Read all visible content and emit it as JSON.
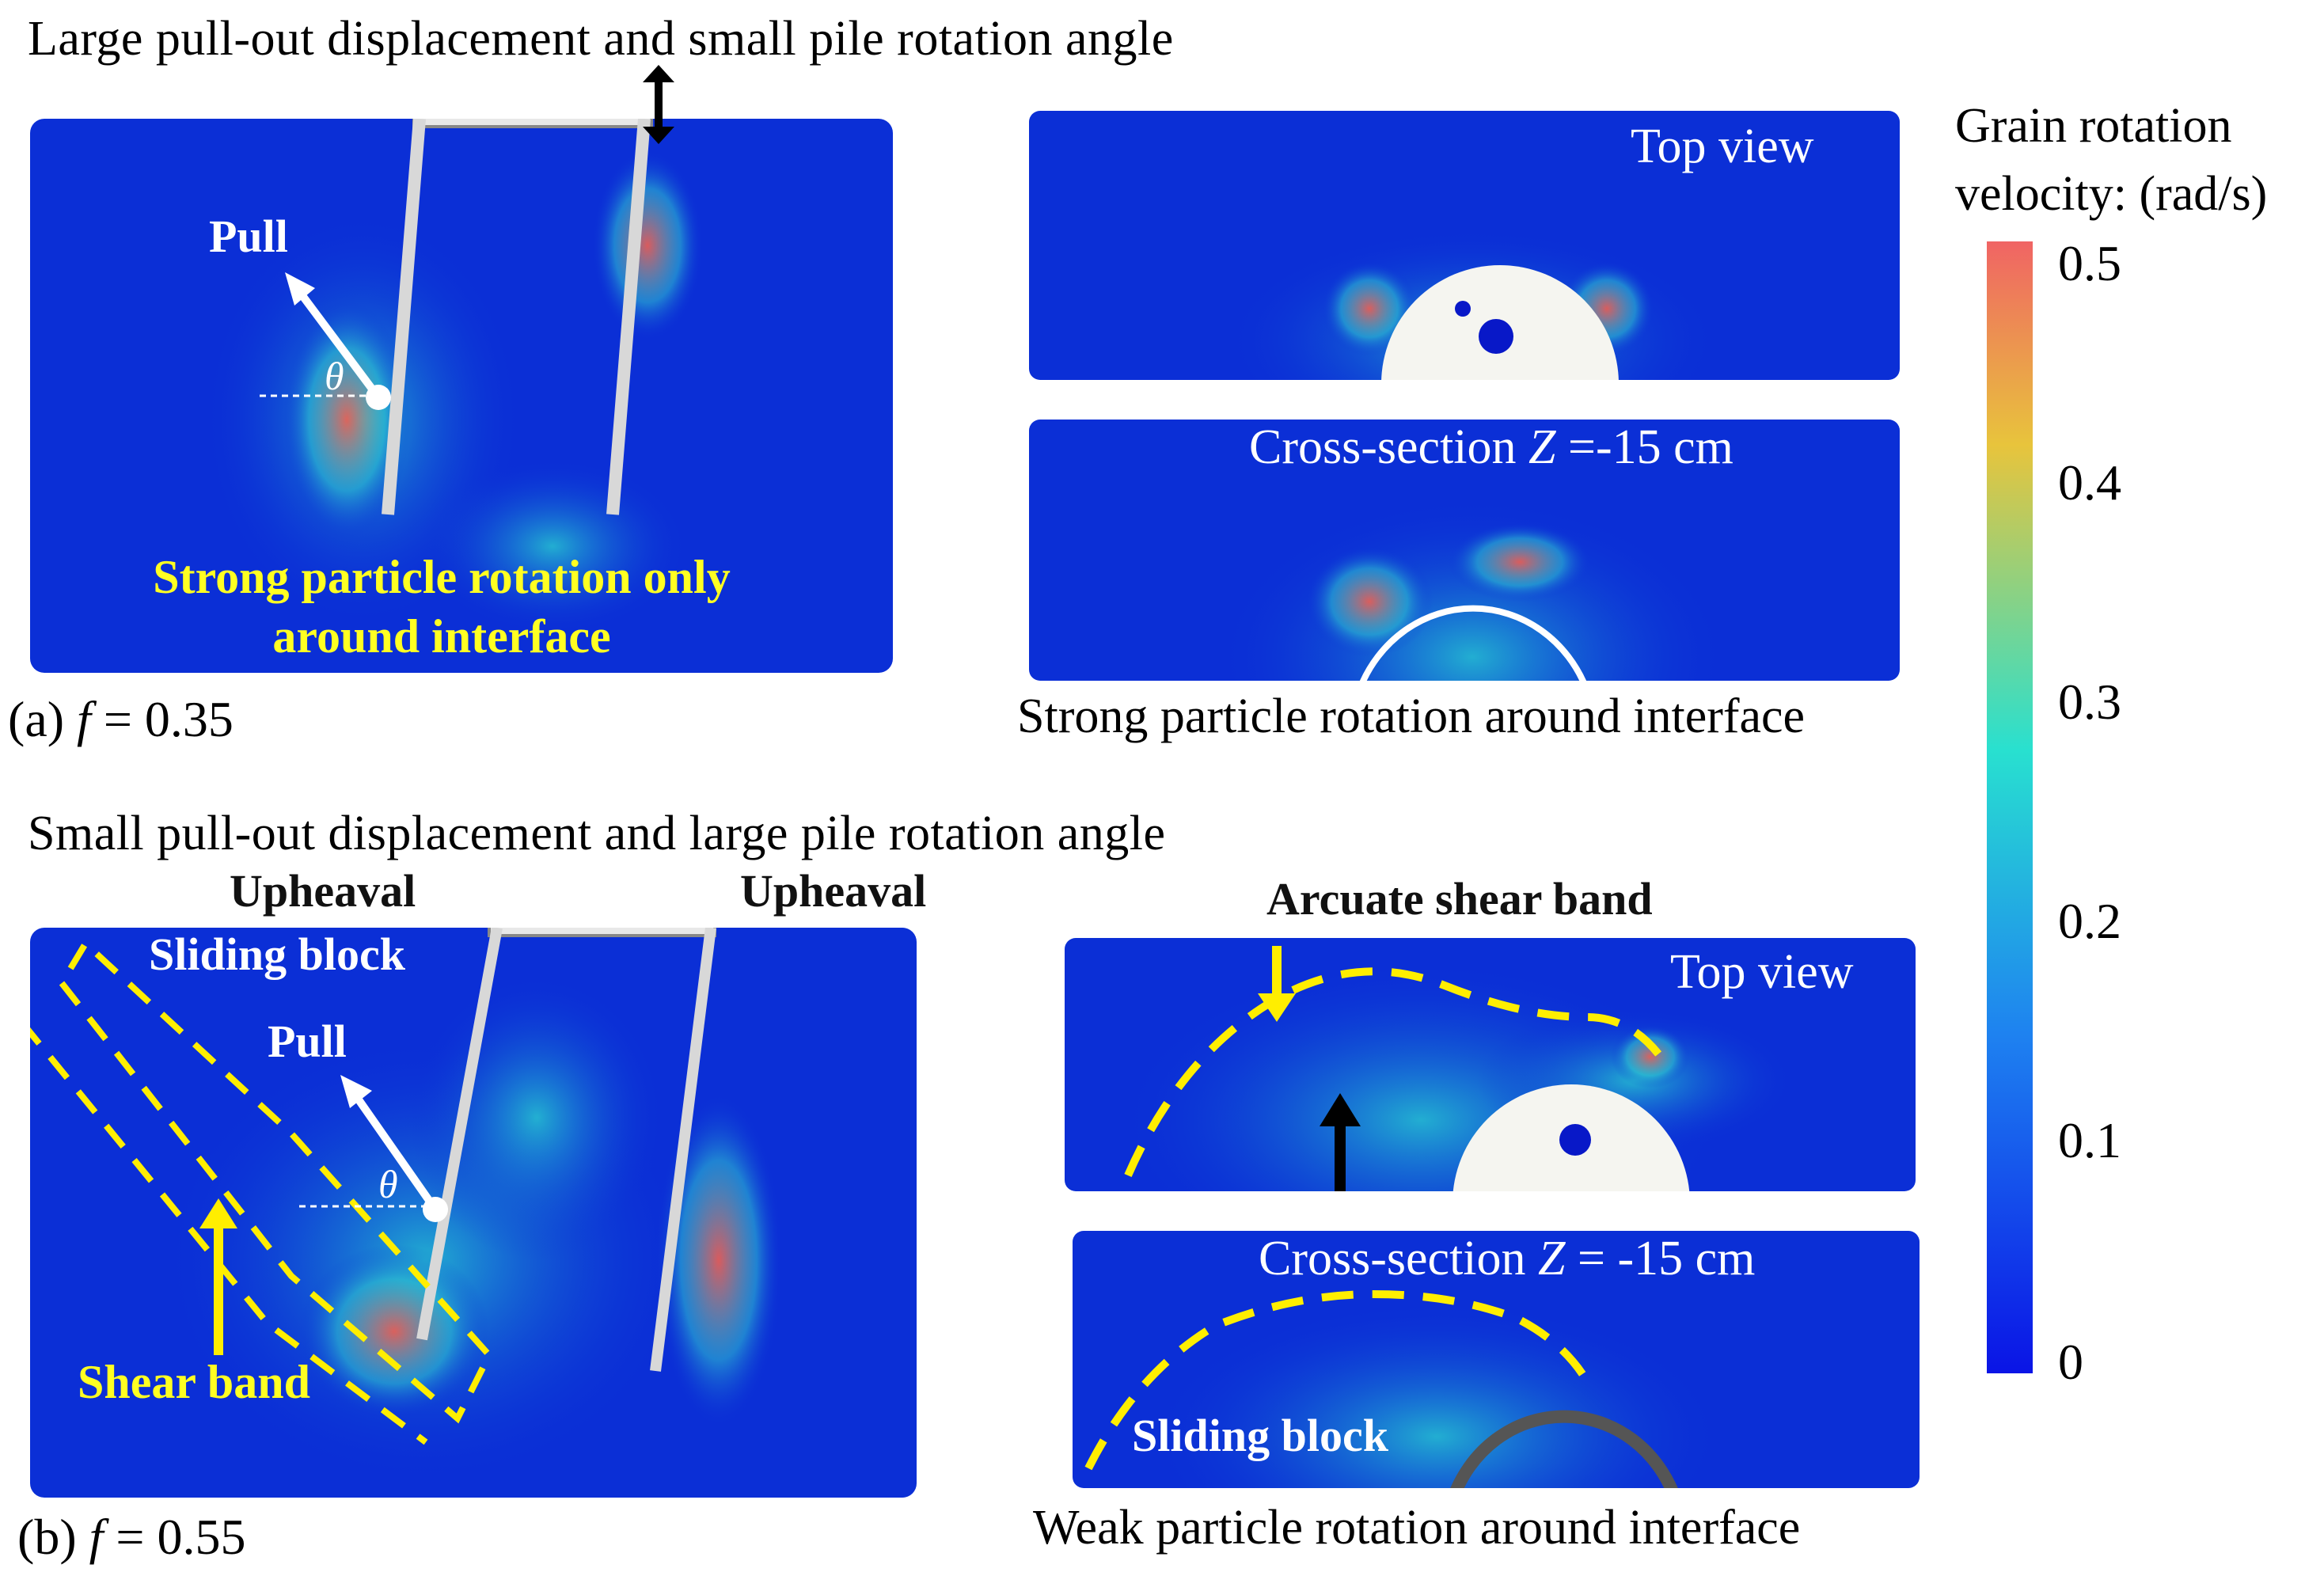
{
  "figure": {
    "a": {
      "header": "Large pull-out displacement and small pile rotation angle",
      "caption_prefix": "(a) ",
      "caption_var": "f",
      "caption_value": " = 0.35",
      "pull_label": "Pull",
      "theta": "θ",
      "main_note_line1": "Strong particle rotation only",
      "main_note_line2": "around interface",
      "top_view_label": "Top view",
      "cross_section_prefix": "Cross-section ",
      "cross_section_var": "Z",
      "cross_section_value": " =-15 cm",
      "right_caption": "Strong particle rotation around interface"
    },
    "b": {
      "header": "Small pull-out displacement and large pile rotation angle",
      "caption_prefix": "(b) ",
      "caption_var": "f",
      "caption_value": " = 0.55",
      "upheaval_left": "Upheaval",
      "upheaval_right": "Upheaval",
      "sliding_block": "Sliding block",
      "pull_label": "Pull",
      "theta": "θ",
      "shear_band": "Shear band",
      "arcuate_shear_band": "Arcuate shear band",
      "top_view_label": "Top view",
      "cross_section_prefix": "Cross-section ",
      "cross_section_var": "Z",
      "cross_section_value": " = -15 cm",
      "sliding_block_cs": "Sliding block",
      "right_caption": "Weak particle rotation around interface"
    }
  },
  "colorbar": {
    "title_line1": "Grain rotation",
    "title_line2": "velocity:  (rad/s)",
    "ticks": [
      "0.5",
      "0.4",
      "0.3",
      "0.2",
      "0.1",
      "0"
    ],
    "colors": [
      "#f06464",
      "#e8c43c",
      "#28e0d0",
      "#1e82f0",
      "#0a14e6"
    ]
  },
  "colors": {
    "panel_bg": "#0b2fd6",
    "highlight_text": "#ffff22",
    "dashed_line": "#ffee00"
  }
}
